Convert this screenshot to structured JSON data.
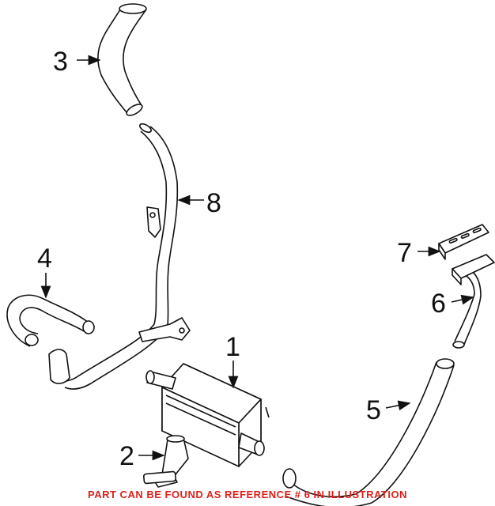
{
  "diagram": {
    "callouts": {
      "c1": "1",
      "c2": "2",
      "c3": "3",
      "c4": "4",
      "c5": "5",
      "c6": "6",
      "c7": "7",
      "c8": "8"
    },
    "colors": {
      "line": "#111111",
      "note": "#e0201b"
    }
  },
  "footer": {
    "note": "PART CAN BE FOUND AS REFERENCE # 6 IN ILLUSTRATION"
  }
}
